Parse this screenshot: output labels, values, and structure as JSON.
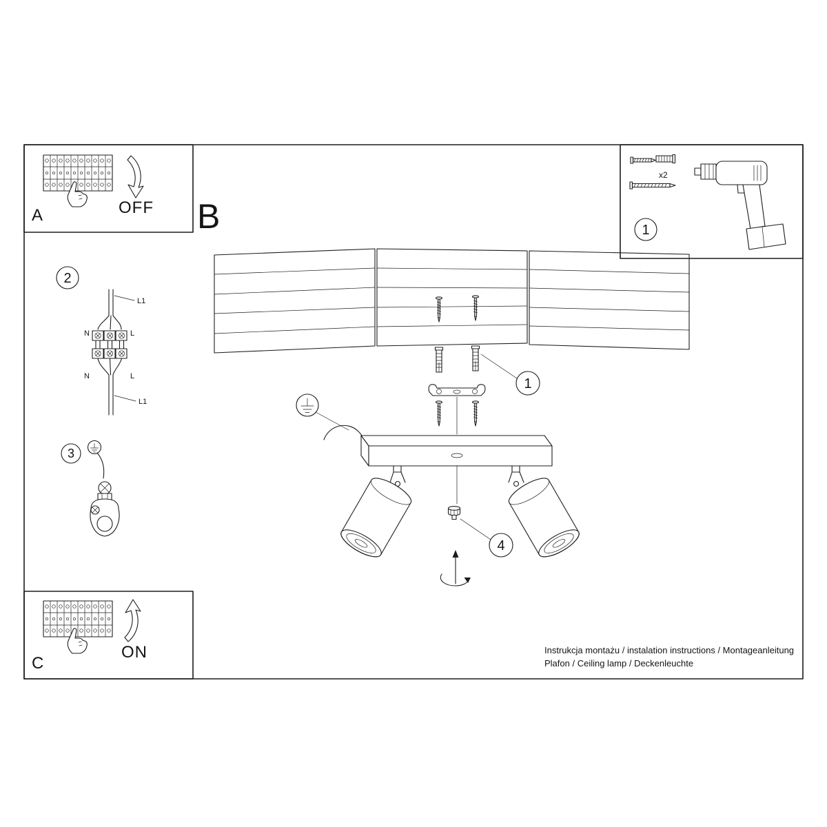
{
  "panels": {
    "a": {
      "label": "A",
      "switch_state": "OFF"
    },
    "b": {
      "label": "B"
    },
    "c": {
      "label": "C",
      "switch_state": "ON"
    }
  },
  "kit": {
    "step": "1",
    "anchor_qty": "x2"
  },
  "steps": {
    "wiring": "2",
    "clamp": "3",
    "mount": "1",
    "knob": "4"
  },
  "wiring_labels": {
    "l1_top": "L1",
    "n_top": "N",
    "l_top": "L",
    "n_bottom": "N",
    "l_bottom": "L",
    "l1_bottom": "L1"
  },
  "footer": {
    "line1": "Instrukcja montażu / instalation instructions / Montageanleitung",
    "line2": "Plafon / Ceiling lamp / Deckenleuchte"
  }
}
